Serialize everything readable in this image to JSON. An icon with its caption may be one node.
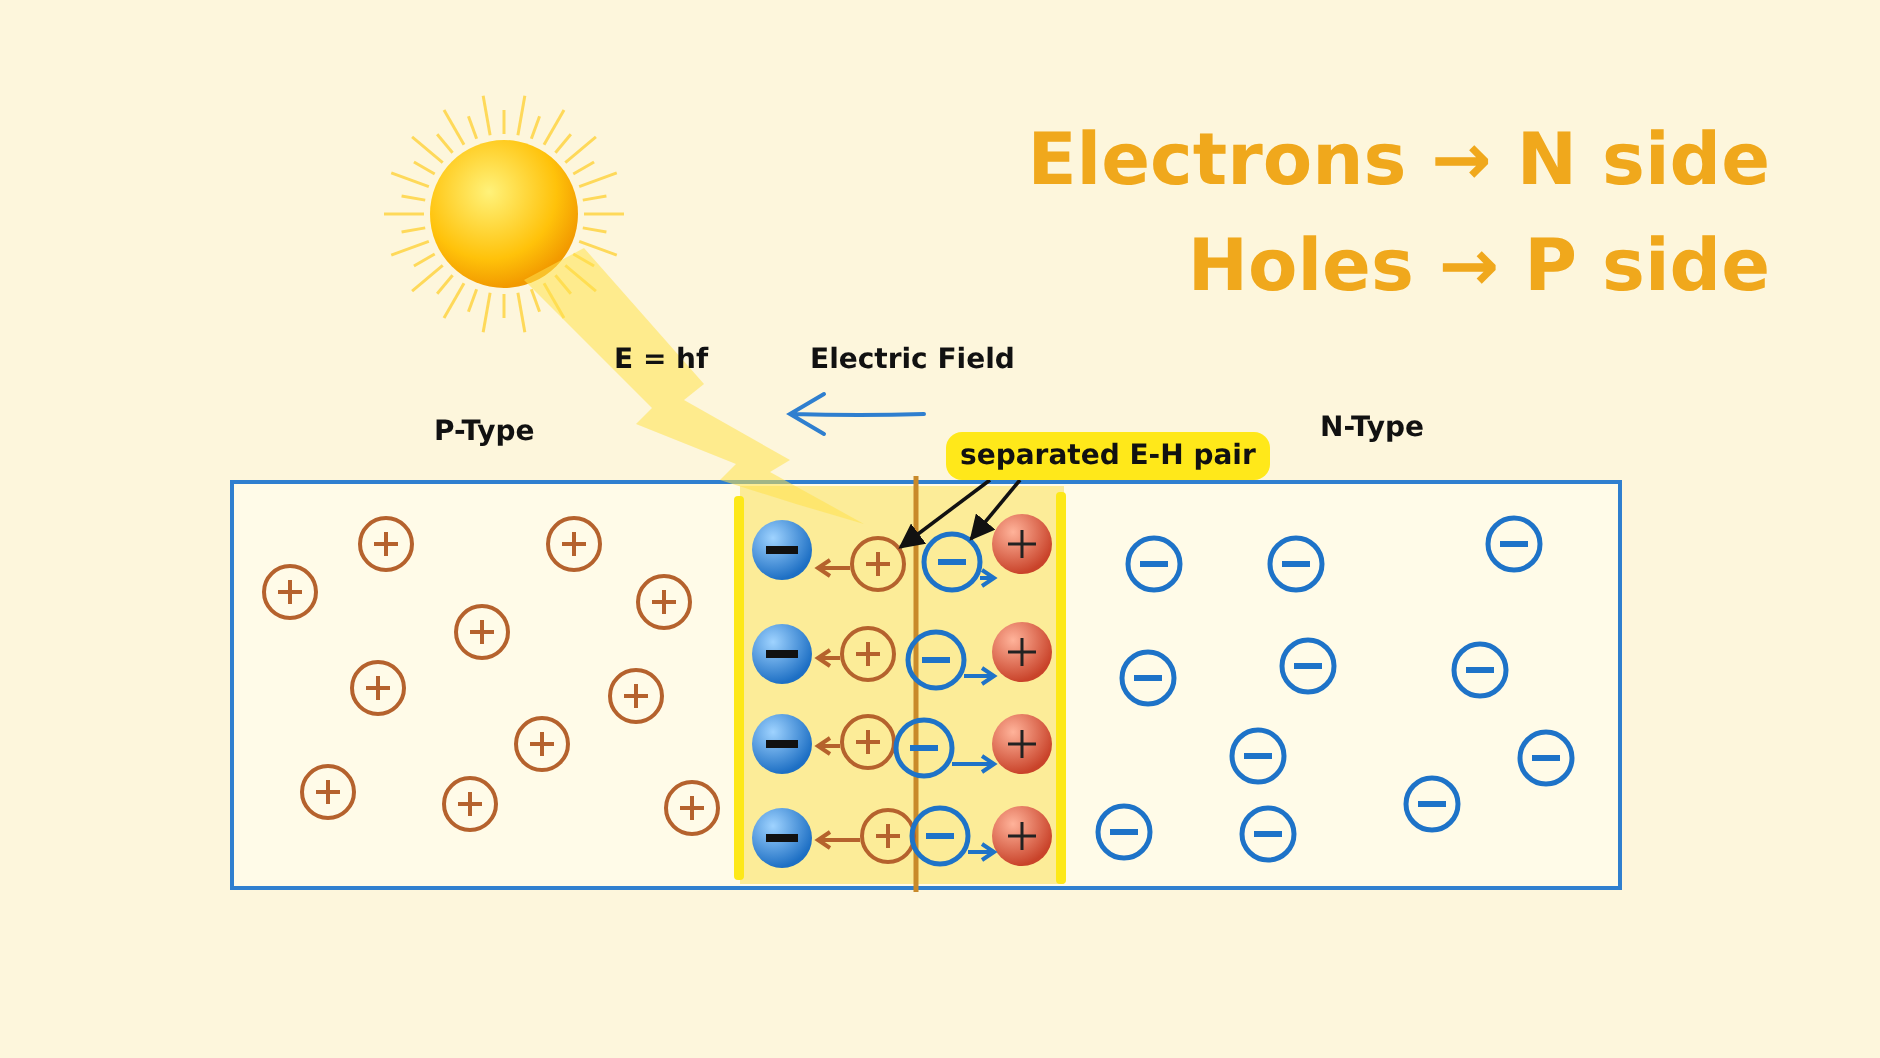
{
  "diagram": {
    "nodes": [
      {
        "text": [
          "separated E-H pair"
        ]
      },
      {
        "text": [],
        "shape": "circle"
      },
      {
        "text": [],
        "shape": "circle"
      }
    ],
    "edges": [
      {
        "from": 0,
        "to": 1,
        "arrow": "to"
      },
      {
        "from": 0,
        "to": 2,
        "arrow": "to"
      }
    ],
    "labels": [
      "Electrons → N side",
      "Holes → P side",
      "E = hf",
      "Electric Field",
      "P-Type",
      "N-Type"
    ]
  }
}
